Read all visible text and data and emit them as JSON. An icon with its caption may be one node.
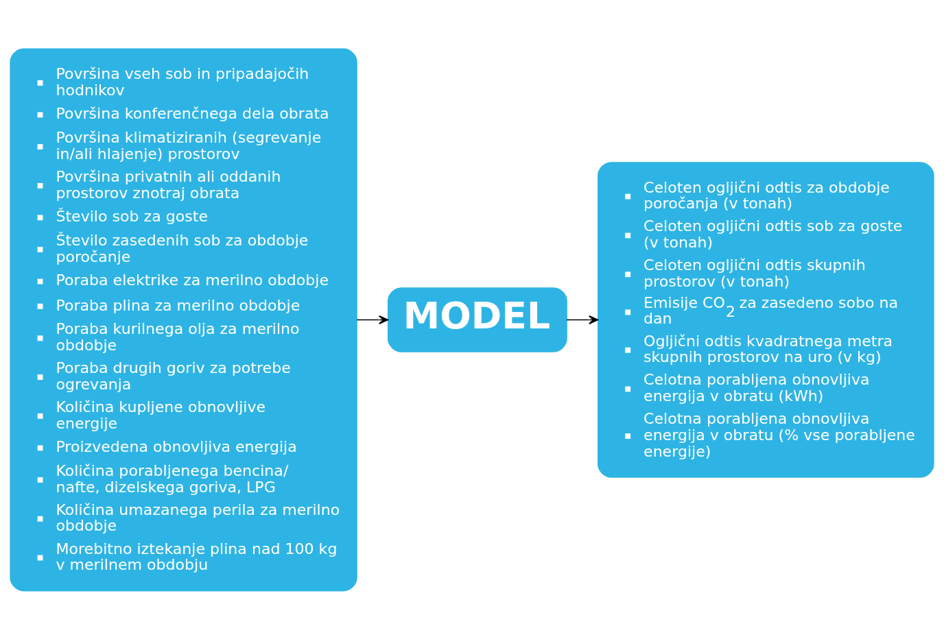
{
  "diagram": {
    "nodes": [
      {
        "text": [
          "Površina vseh sob in pripadajočih hodnikov",
          "Površina konferenčnega dela obrata",
          "Površina klimatiziranih (segrevanje in/ali hlajenje) prostorov",
          "Površina privatnih ali oddanih prostorov znotraj obrata",
          "Število sob za goste",
          "Število zasedenih sob za obdobje poročanje",
          "Poraba elektrike za merilno obdobje",
          "Poraba plina za merilno obdobje",
          "Poraba kurilnega olja za merilno obdobje",
          "Poraba drugih goriv za potrebe ogrevanja",
          "Količina kupljene obnovljive energije",
          "Proizvedena obnovljiva energija",
          "Količina porabljenega bencina/ nafte, dizelskega goriva, LPG",
          "Količina umazanega perila za merilno obdobje",
          "Morebitno iztekanje plina nad 100 kg v merilnem obdobju"
        ]
      },
      {
        "text": [
          "MODEL"
        ]
      },
      {
        "text": [
          "Celoten ogljični odtis za obdobje poročanja (v tonah)",
          "Celoten ogljični odtis sob za goste (v tonah)",
          "Celoten ogljični odtis skupnih prostorov (v tonah)",
          "Emisije CO$_{2}$ za zasedeno sobo na dan",
          "Ogljični odtis kvadratnega metra skupnih prostorov na uro (v kg)",
          "Celotna porabljena obnovljiva energija v obratu (kWh)",
          "Celotna porabljena obnovljiva energija v obratu (% vse porabljene energije)"
        ]
      }
    ],
    "edges": [
      {
        "from": 0,
        "to": 1,
        "arrow": "to"
      },
      {
        "from": 1,
        "to": 2,
        "arrow": "to"
      }
    ]
  }
}
